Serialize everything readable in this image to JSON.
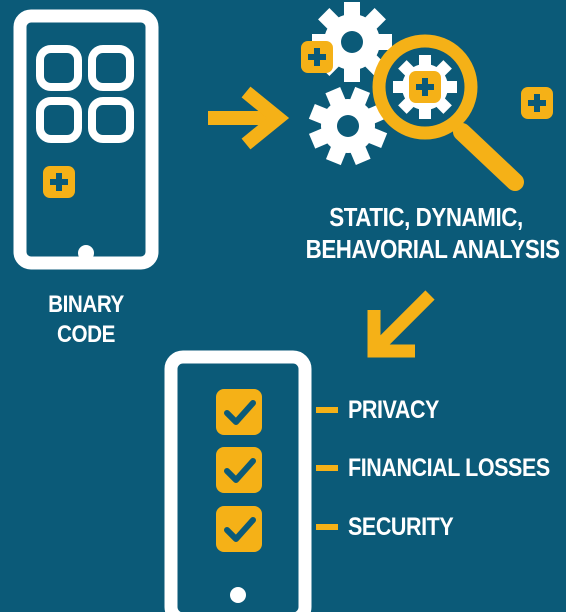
{
  "colors": {
    "background": "#0b5a78",
    "accent": "#f5b117",
    "white": "#ffffff"
  },
  "source": {
    "label_line1": "BINARY",
    "label_line2": "CODE"
  },
  "analysis": {
    "label_line1": "STATIC, DYNAMIC,",
    "label_line2": "BEHAVORIAL ANALYSIS"
  },
  "results": {
    "items": [
      {
        "label": "PRIVACY"
      },
      {
        "label": "FINANCIAL LOSSES"
      },
      {
        "label": "SECURITY"
      }
    ]
  },
  "icons": {
    "source_phone": "phone-icon",
    "app_tile": "app-tile-icon",
    "plus": "plus-icon",
    "arrow_right": "arrow-right-icon",
    "gear": "gear-icon",
    "magnifier": "magnifying-glass-icon",
    "arrow_down_left": "arrow-down-left-icon",
    "checkbox": "checkbox-checked-icon",
    "connector": "connector-line"
  }
}
